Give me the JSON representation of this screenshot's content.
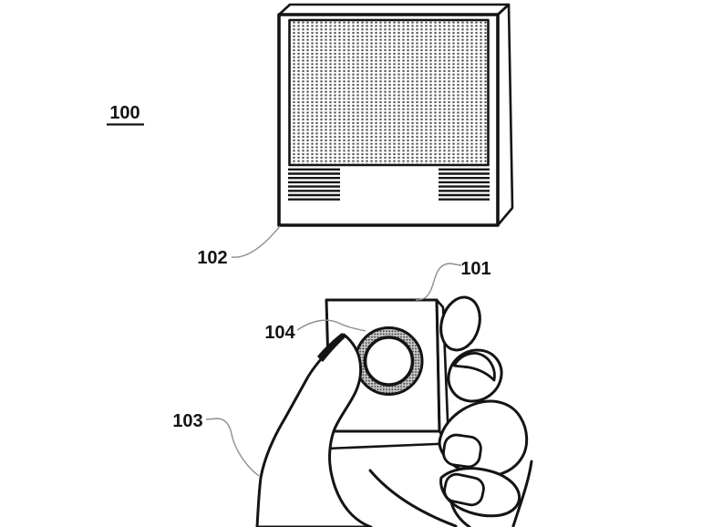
{
  "figure": {
    "type": "patent-line-drawing",
    "labels": {
      "fig_ref": "100",
      "remote": "101",
      "display": "102",
      "hand": "103",
      "dial": "104"
    },
    "parts": {
      "fig_ref": "figure-reference-number",
      "display": "display-device-with-halftone-screen-and-speaker-vents",
      "remote": "handheld-remote-control-box",
      "dial": "rotary-dial-control",
      "hand": "hand-holding-remote"
    },
    "colors": {
      "line": "#141414",
      "leader": "#8f8f8f",
      "background": "#ffffff",
      "halftone_dot": "#4a4a4a",
      "dial_ring_fill": "#c9c9c9"
    }
  }
}
